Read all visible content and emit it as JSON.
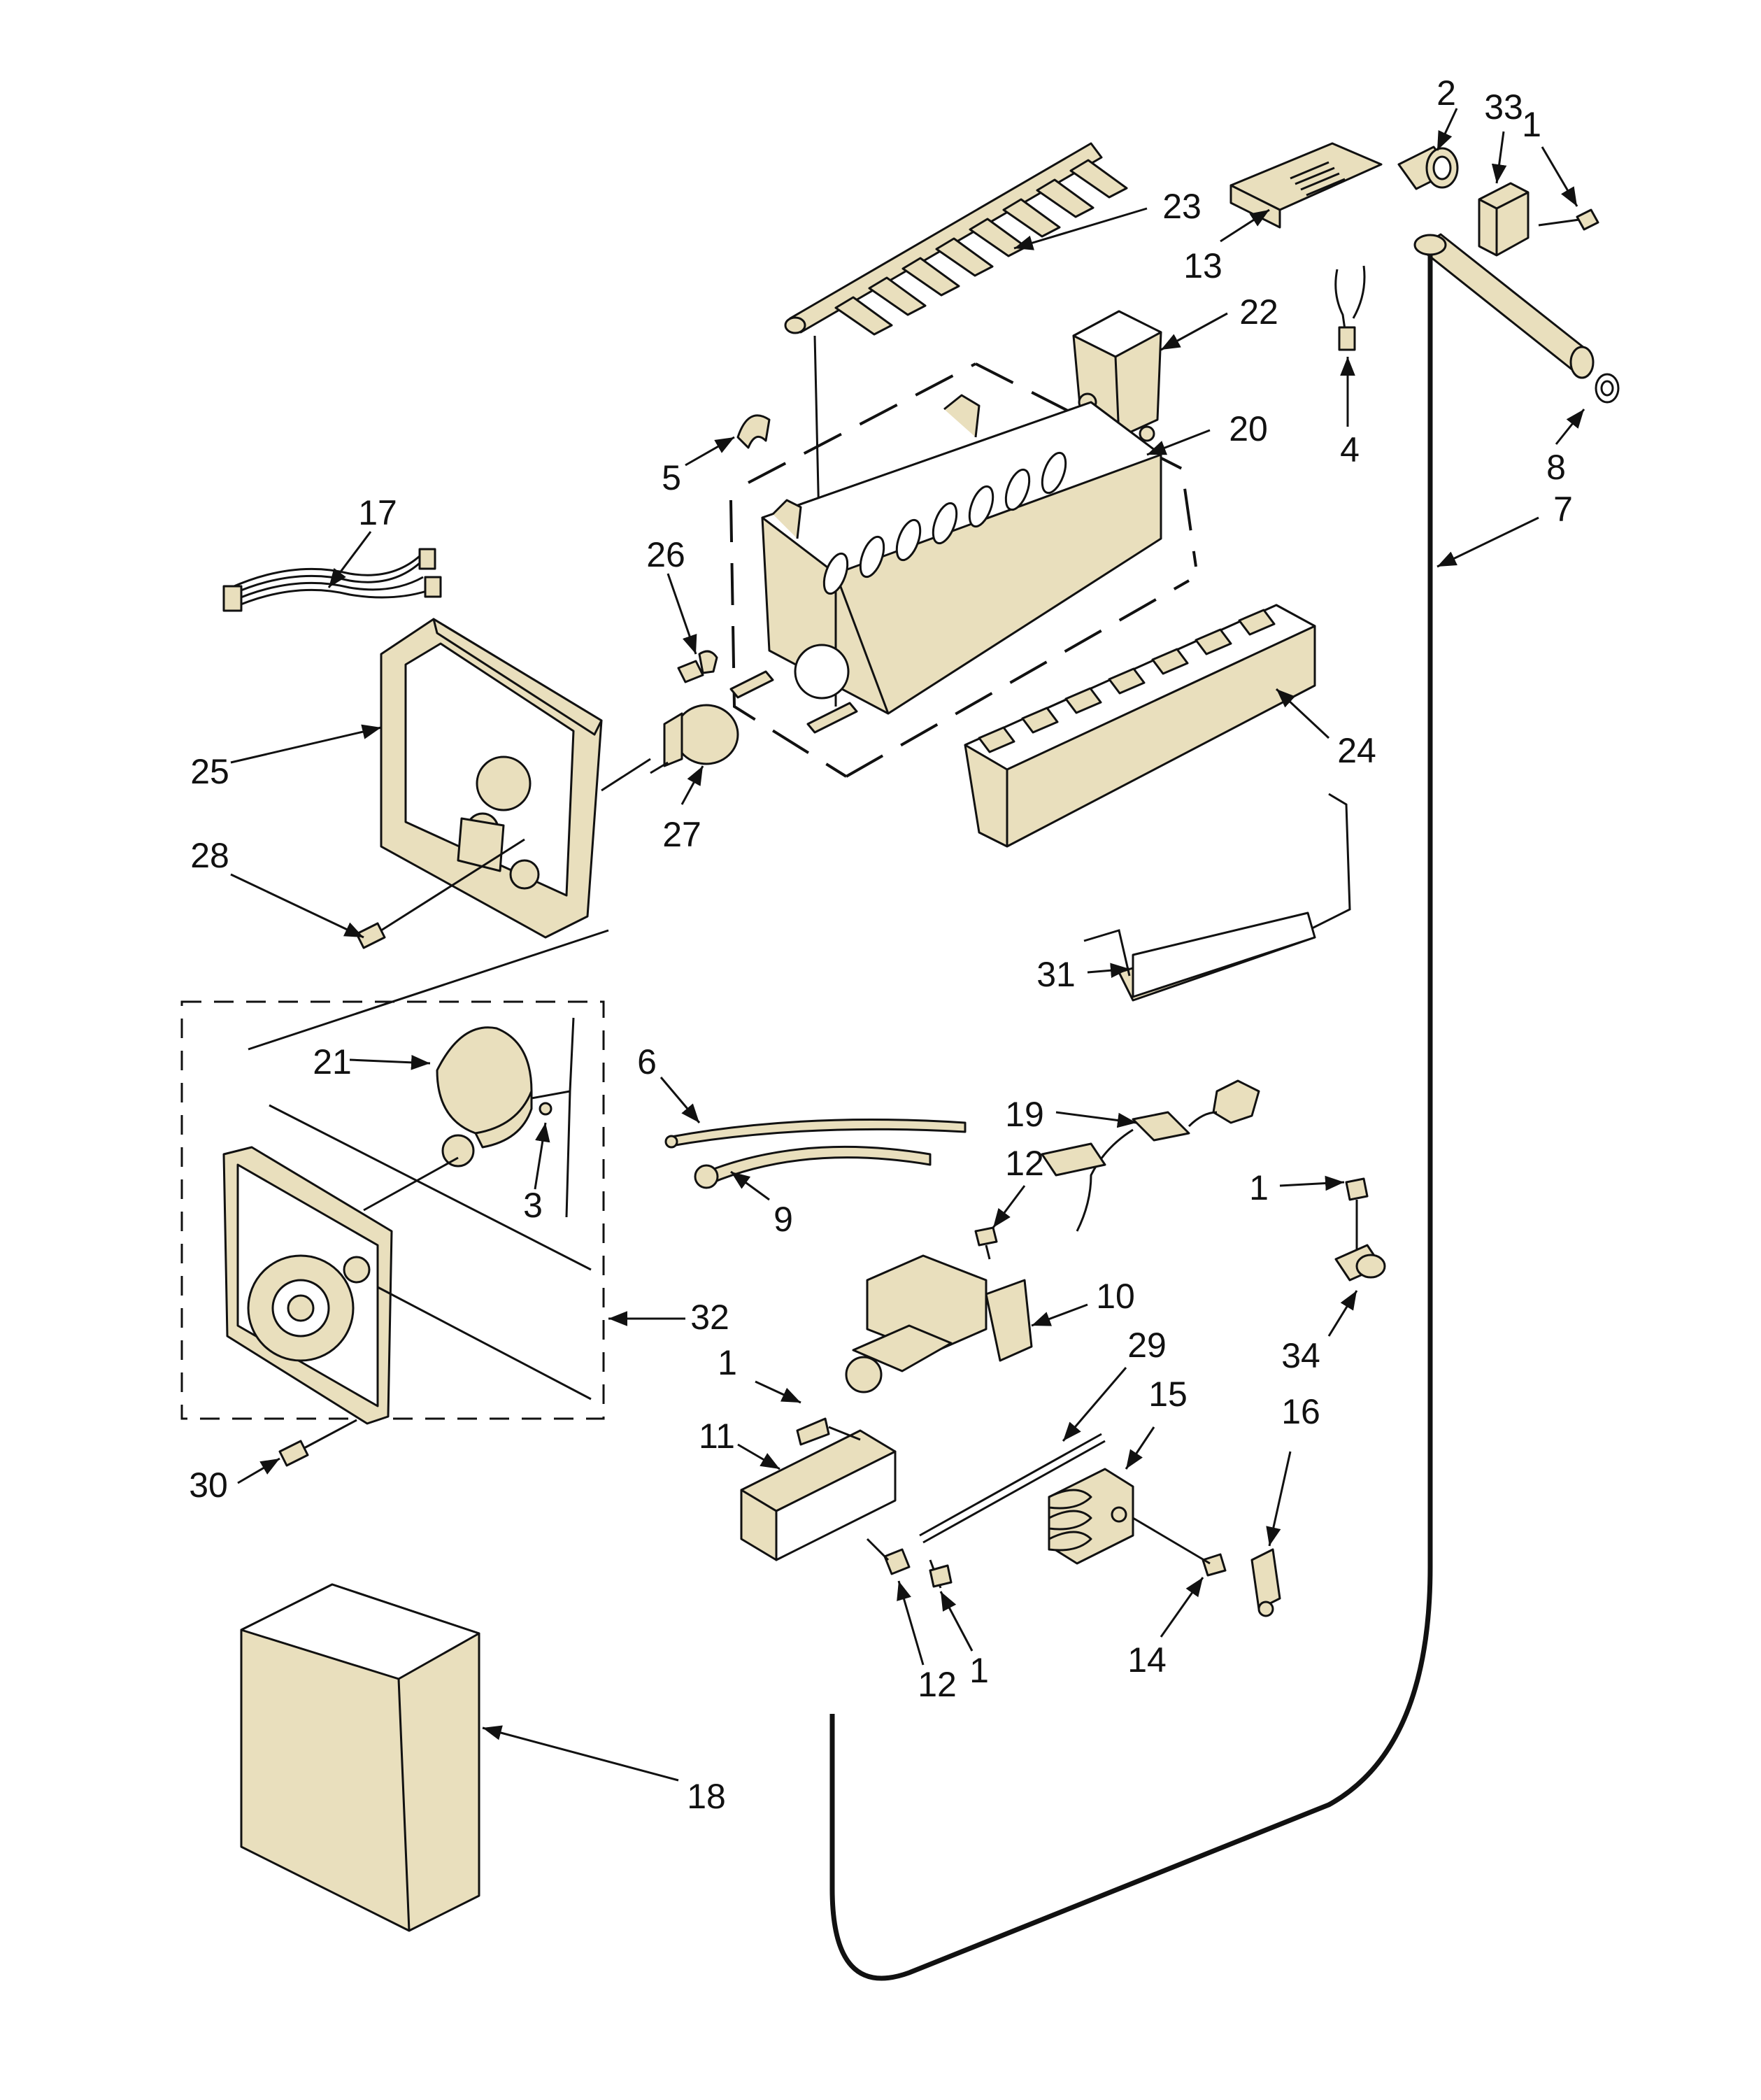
{
  "callouts": [
    {
      "id": "c2",
      "label": "2"
    },
    {
      "id": "c33",
      "label": "33"
    },
    {
      "id": "c1a",
      "label": "1"
    },
    {
      "id": "c23",
      "label": "23"
    },
    {
      "id": "c13",
      "label": "13"
    },
    {
      "id": "c22",
      "label": "22"
    },
    {
      "id": "c20",
      "label": "20"
    },
    {
      "id": "c4",
      "label": "4"
    },
    {
      "id": "c8",
      "label": "8"
    },
    {
      "id": "c7",
      "label": "7"
    },
    {
      "id": "c5",
      "label": "5"
    },
    {
      "id": "c17",
      "label": "17"
    },
    {
      "id": "c26",
      "label": "26"
    },
    {
      "id": "c25",
      "label": "25"
    },
    {
      "id": "c27",
      "label": "27"
    },
    {
      "id": "c24",
      "label": "24"
    },
    {
      "id": "c28",
      "label": "28"
    },
    {
      "id": "c31",
      "label": "31"
    },
    {
      "id": "c21",
      "label": "21"
    },
    {
      "id": "c6",
      "label": "6"
    },
    {
      "id": "c19",
      "label": "19"
    },
    {
      "id": "c12a",
      "label": "12"
    },
    {
      "id": "c3",
      "label": "3"
    },
    {
      "id": "c9",
      "label": "9"
    },
    {
      "id": "c1b",
      "label": "1"
    },
    {
      "id": "c10",
      "label": "10"
    },
    {
      "id": "c32",
      "label": "32"
    },
    {
      "id": "c29",
      "label": "29"
    },
    {
      "id": "c34",
      "label": "34"
    },
    {
      "id": "c1c",
      "label": "1"
    },
    {
      "id": "c15",
      "label": "15"
    },
    {
      "id": "c16",
      "label": "16"
    },
    {
      "id": "c11",
      "label": "11"
    },
    {
      "id": "c30",
      "label": "30"
    },
    {
      "id": "c14",
      "label": "14"
    },
    {
      "id": "c12b",
      "label": "12"
    },
    {
      "id": "c1d",
      "label": "1"
    },
    {
      "id": "c18",
      "label": "18"
    }
  ]
}
